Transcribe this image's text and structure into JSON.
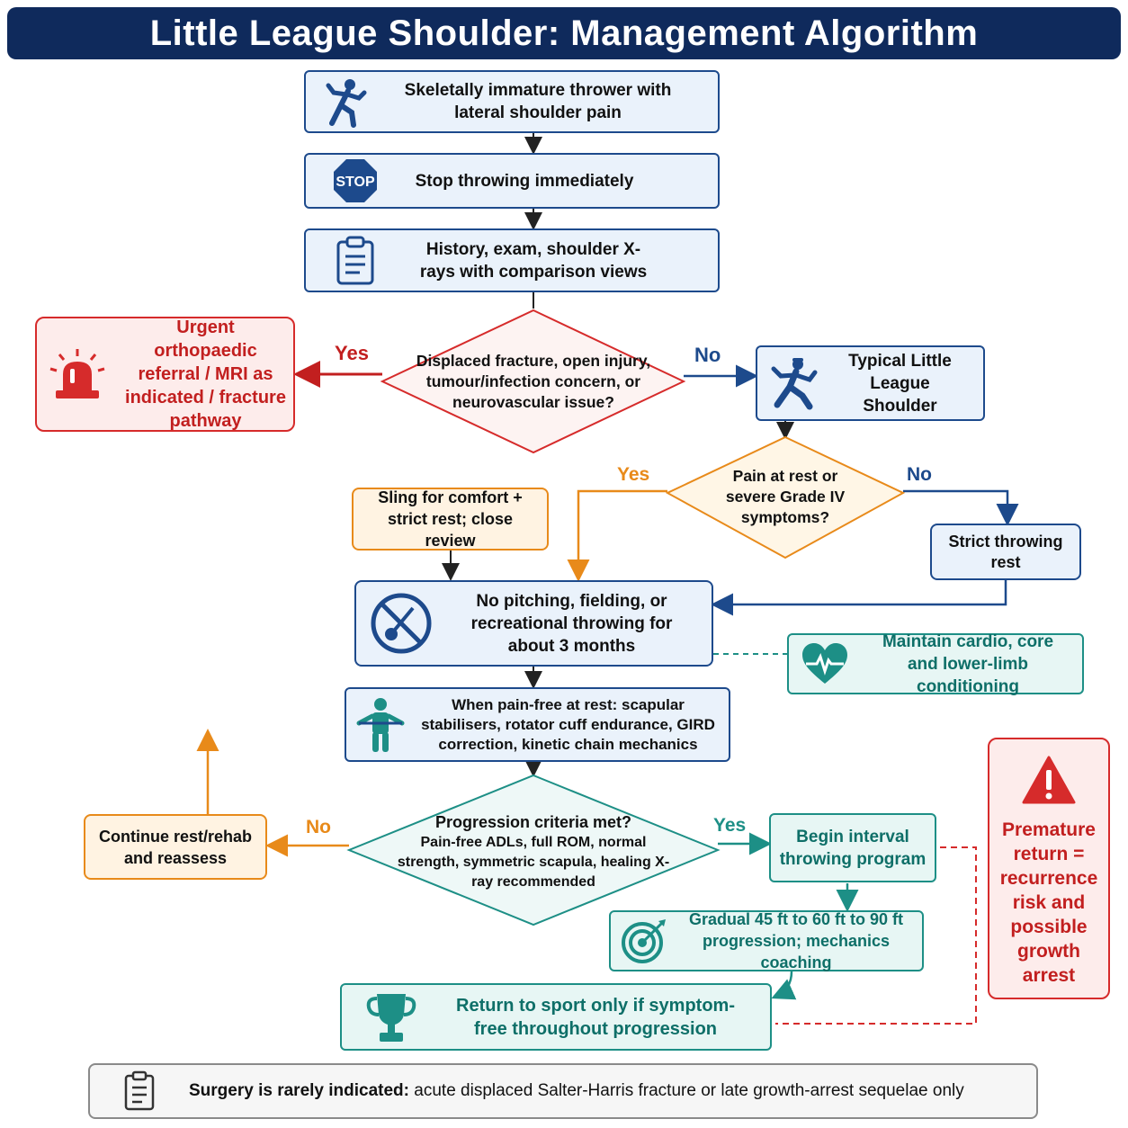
{
  "title": "Little League Shoulder: Management Algorithm",
  "nodes": {
    "start": {
      "text": "Skeletally immature thrower with lateral shoulder pain",
      "icon": "thrower-icon"
    },
    "stop": {
      "text": "Stop throwing immediately",
      "icon": "stop-sign-icon",
      "icon_label": "STOP"
    },
    "history": {
      "text": "History, exam, shoulder X-rays with comparison views",
      "icon": "clipboard-icon"
    },
    "decision1": {
      "text": "Displaced fracture, open injury, tumour/infection concern, or neurovascular issue?"
    },
    "urgent": {
      "text": "Urgent orthopaedic referral / MRI as indicated / fracture pathway",
      "icon": "alarm-siren-icon"
    },
    "typical": {
      "text": "Typical Little League Shoulder",
      "icon": "pitcher-icon"
    },
    "decision2": {
      "text": "Pain at rest or severe Grade IV symptoms?"
    },
    "sling": {
      "text": "Sling for comfort + strict rest; close review"
    },
    "strict_rest": {
      "text": "Strict throwing rest"
    },
    "no_pitching": {
      "text": "No pitching, fielding, or recreational throwing for about 3 months",
      "icon": "no-throwing-icon"
    },
    "conditioning": {
      "text": "Maintain cardio, core and lower-limb conditioning",
      "icon": "heart-pulse-icon"
    },
    "rehab": {
      "text": "When pain-free at rest: scapular stabilisers, rotator cuff endurance, GIRD correction, kinetic chain mechanics",
      "icon": "exercise-band-icon"
    },
    "decision3": {
      "title": "Progression criteria met?",
      "text": "Pain-free ADLs, full ROM, normal strength, symmetric scapula, healing X-ray recommended"
    },
    "continue": {
      "text": "Continue rest/rehab and reassess"
    },
    "interval": {
      "text": "Begin interval throwing program"
    },
    "gradual": {
      "text": "Gradual 45 ft to 60 ft to 90 ft progression; mechanics coaching",
      "icon": "target-icon"
    },
    "return": {
      "text": "Return to sport only if symptom-free throughout progression",
      "icon": "trophy-icon"
    },
    "warning": {
      "text": "Premature return = recurrence risk and possible growth arrest",
      "icon": "warning-icon"
    }
  },
  "edge_labels": {
    "d1_yes": "Yes",
    "d1_no": "No",
    "d2_yes": "Yes",
    "d2_no": "No",
    "d3_no": "No",
    "d3_yes": "Yes"
  },
  "footer": {
    "bold": "Surgery is rarely indicated:",
    "text": " acute displaced Salter-Harris fracture or late growth-arrest sequelae only",
    "icon": "clipboard-icon"
  },
  "colors": {
    "navy": "#0f2a5c",
    "blue": "#1d4a8c",
    "red": "#d62b2b",
    "orange": "#e88a1a",
    "teal": "#1d8f86"
  }
}
